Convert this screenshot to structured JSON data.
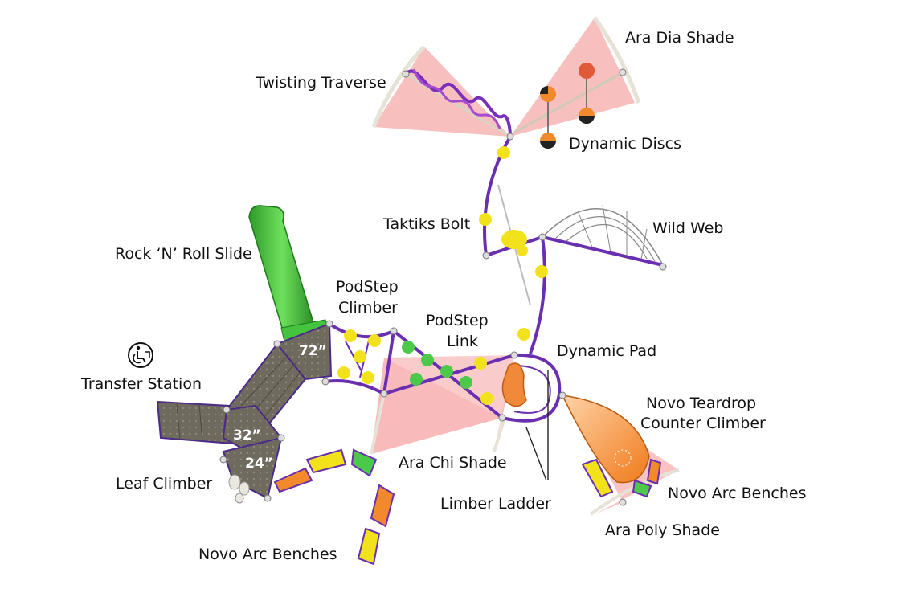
{
  "labels": {
    "twisting_traverse": "Twisting Traverse",
    "ara_dia_shade": "Ara Dia Shade",
    "dynamic_discs": "Dynamic Discs",
    "taktiks_bolt": "Taktiks Bolt",
    "wild_web": "Wild Web",
    "rock_n_roll_slide": "Rock ‘N’ Roll Slide",
    "podstep_climber": [
      "PodStep",
      "Climber"
    ],
    "podstep_link": [
      "PodStep",
      "Link"
    ],
    "dynamic_pad": "Dynamic Pad",
    "transfer_station": "Transfer Station",
    "novo_teardrop": [
      "Novo Teardrop",
      "Counter Climber"
    ],
    "ara_chi_shade": "Ara Chi Shade",
    "novo_arc_benches_right": "Novo Arc Benches",
    "limber_ladder": "Limber Ladder",
    "leaf_climber": "Leaf Climber",
    "ara_poly_shade": "Ara Poly Shade",
    "novo_arc_benches_bottom": "Novo Arc Benches"
  },
  "deck_heights": {
    "deck_72": "72”",
    "deck_32": "32”",
    "deck_24": "24”"
  },
  "icons": {
    "accessibility": "wheelchair-transfer-icon"
  },
  "colors": {
    "frame_purple": "#6a2fb0",
    "shade_pink": "#f4a7a7",
    "slide_green": "#3fbf3a",
    "pod_yellow": "#f2e21c",
    "pod_green": "#4cc94a",
    "bench_orange": "#f28a2c",
    "deck_gray": "#6b6558"
  }
}
